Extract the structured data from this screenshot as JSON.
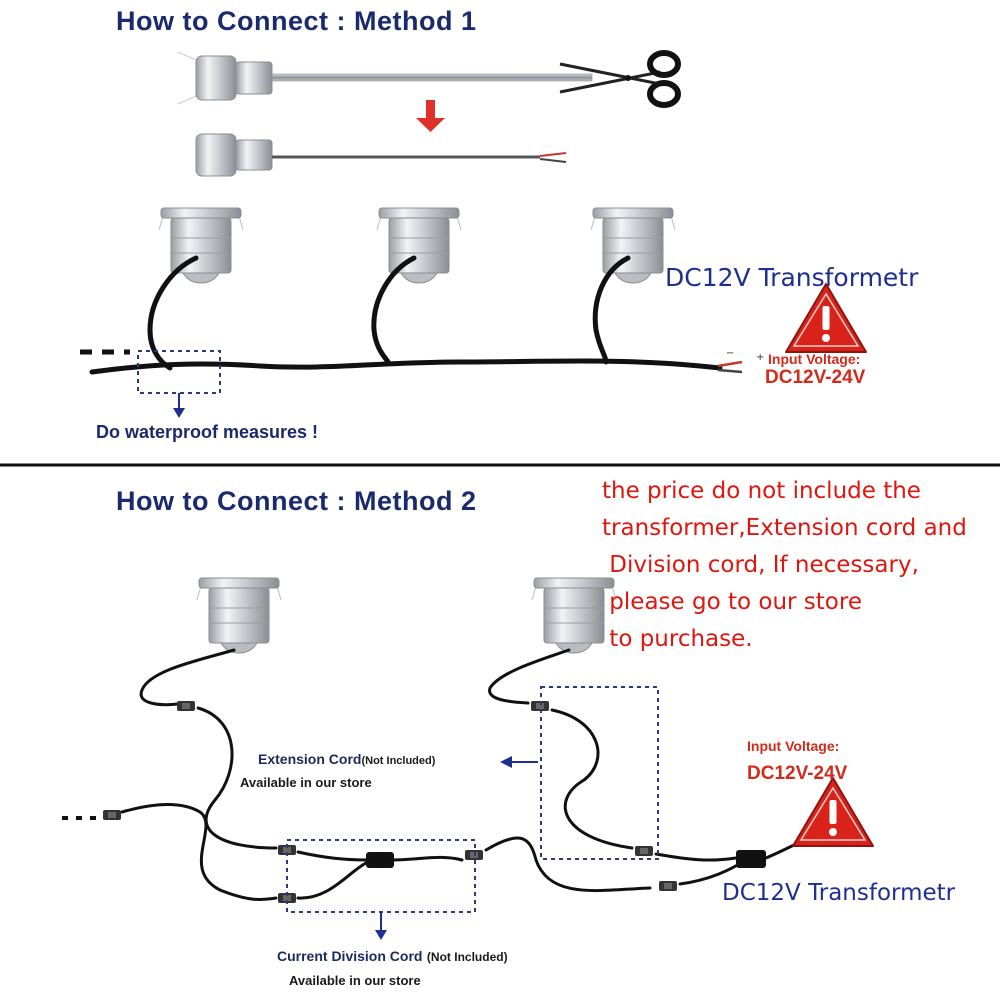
{
  "method1": {
    "heading": "How to Connect : Method 1",
    "transformer_label": "DC12V Transformetr",
    "input_voltage_label": "Input Voltage:",
    "input_voltage_value": "DC12V-24V",
    "waterproof_note": "Do waterproof measures !"
  },
  "method2": {
    "heading": "How to Connect : Method 2",
    "note_lines": [
      "the price do not include the",
      "transformer,Extension cord and",
      " Division cord, If necessary,",
      " please go to our store",
      " to purchase."
    ],
    "extension_cord_label": "Extension Cord",
    "extension_cord_note": "(Not Included)",
    "extension_available": "Available in our store",
    "input_voltage_label": "Input Voltage:",
    "input_voltage_value": "DC12V-24V",
    "transformer_label": "DC12V Transformetr",
    "division_cord_label": "Current Division Cord",
    "division_cord_note": "(Not Included)",
    "division_available": "Available in our store"
  },
  "colors": {
    "heading_navy": "#1a2a6c",
    "label_blue": "#1f2f8f",
    "warning_red": "#e0160e",
    "dashed_box_navy": "#2a3a7a",
    "cable_black": "#111111"
  },
  "icons": [
    "scissors-icon",
    "down-arrow-icon",
    "warning-triangle-icon",
    "light-fixture-icon"
  ]
}
